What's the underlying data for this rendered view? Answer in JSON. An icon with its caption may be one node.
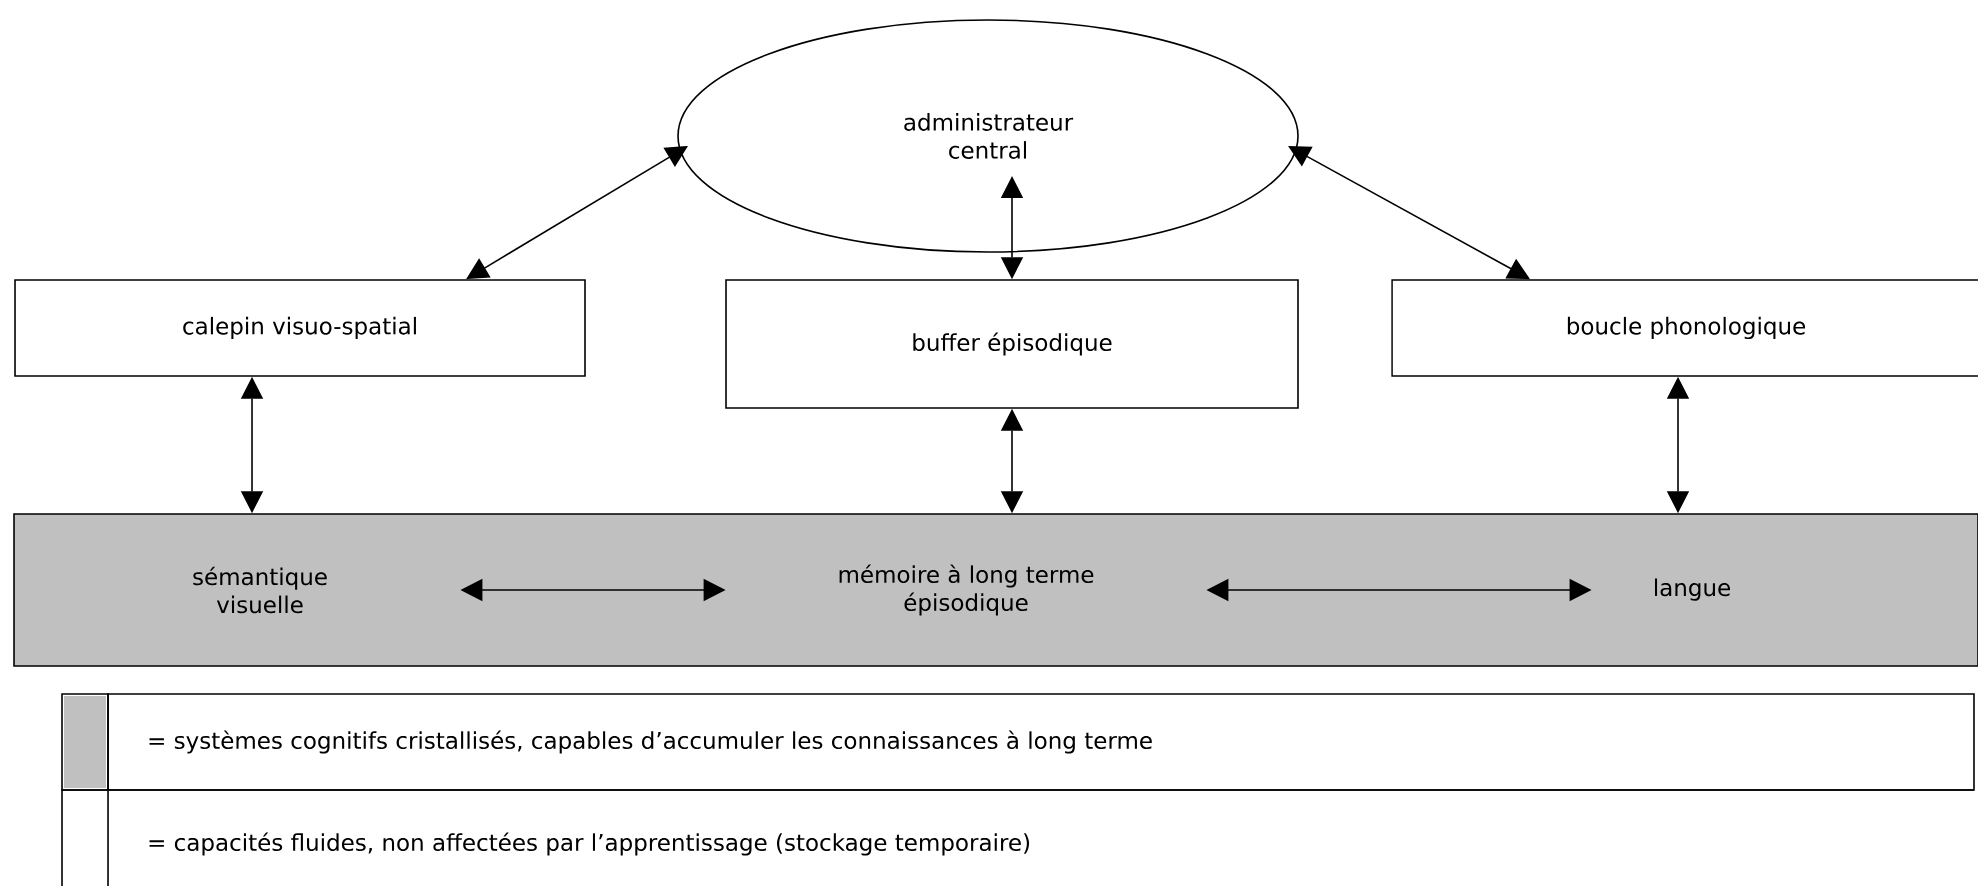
{
  "diagram": {
    "nodes": [
      {
        "text": [
          "administrateur central"
        ]
      },
      {
        "text": [
          "calepin visuo-spatial"
        ]
      },
      {
        "text": [
          "buffer épisodique"
        ]
      },
      {
        "text": [
          "boucle phonologique"
        ]
      },
      {
        "text": [],
        "shape": "bar"
      },
      {
        "text": [
          "sémantique visuelle"
        ],
        "in": 4
      },
      {
        "text": [
          "mémoire à long terme épisodique"
        ],
        "in": 4
      },
      {
        "text": [
          "langue"
        ],
        "in": 4
      }
    ],
    "edges": [
      {
        "from": 0,
        "to": 1,
        "arrow": "both"
      },
      {
        "from": 0,
        "to": 2,
        "arrow": "both"
      },
      {
        "from": 0,
        "to": 3,
        "arrow": "both"
      },
      {
        "from": 1,
        "to": 4,
        "arrow": "both"
      },
      {
        "from": 2,
        "to": 4,
        "arrow": "both"
      },
      {
        "from": 3,
        "to": 4,
        "arrow": "both"
      },
      {
        "from": 5,
        "to": 6,
        "arrow": "both"
      },
      {
        "from": 6,
        "to": 7,
        "arrow": "both"
      }
    ],
    "legend": [
      {
        "text": "= systèmes cognitifs cristallisés, capables d’accumuler les connaissances à long terme",
        "color": "#c0c0c0"
      },
      {
        "text": "= capacités fluides, non affectées par l’apprentissage (stockage temporaire)",
        "color": "#ffffff"
      }
    ]
  }
}
